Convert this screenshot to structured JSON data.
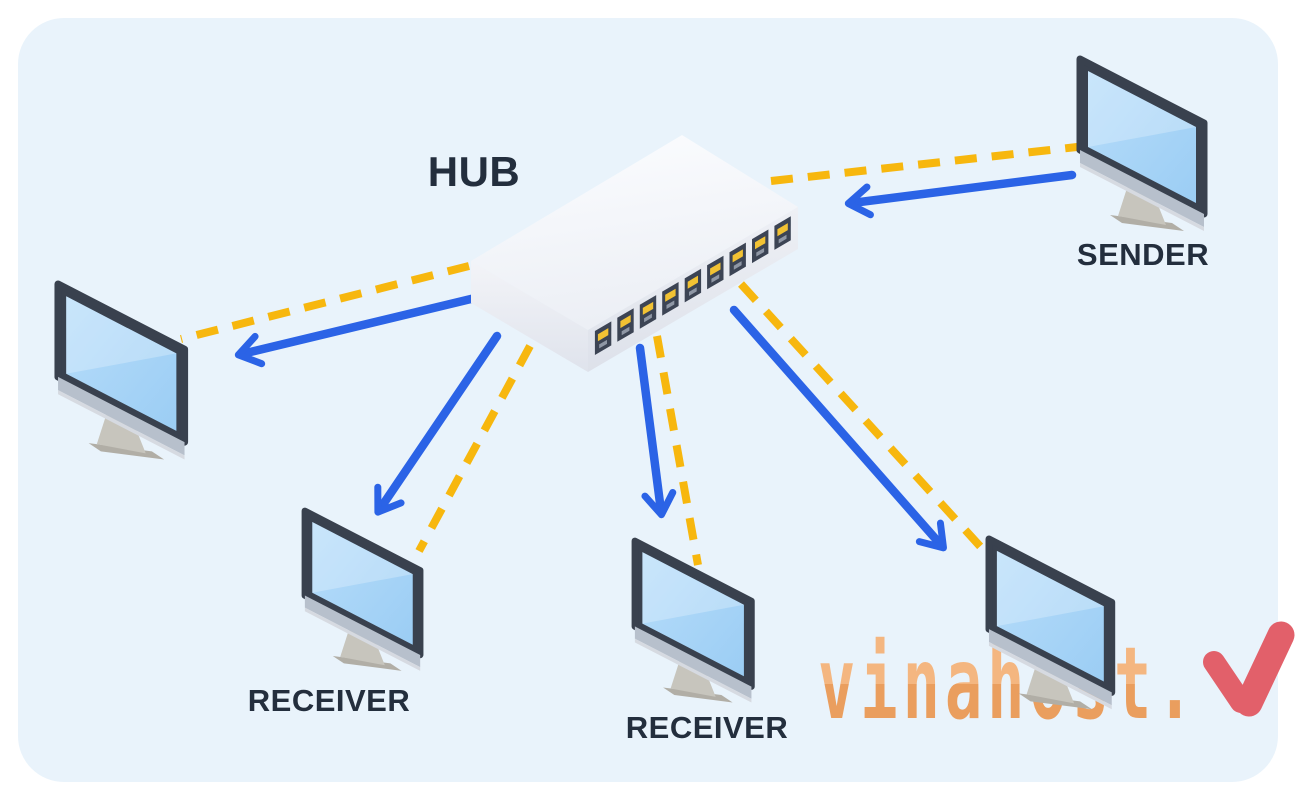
{
  "diagram": {
    "hub": {
      "label": "HUB",
      "type": "network-hub-switch",
      "ports": 9
    },
    "nodes": [
      {
        "id": "computer-left",
        "label": ""
      },
      {
        "id": "sender",
        "label": "SENDER"
      },
      {
        "id": "receiver-bottom-left",
        "label": "RECEIVER"
      },
      {
        "id": "receiver-bottom-middle",
        "label": "RECEIVER"
      },
      {
        "id": "receiver-bottom-right",
        "label": ""
      }
    ],
    "connections": [
      {
        "from": "sender",
        "to": "hub",
        "styles": [
          "cable-dashed-yellow",
          "data-flow-blue-arrow"
        ]
      },
      {
        "from": "hub",
        "to": "computer-left",
        "styles": [
          "cable-dashed-yellow",
          "data-flow-blue-arrow"
        ]
      },
      {
        "from": "hub",
        "to": "receiver-bottom-left",
        "styles": [
          "cable-dashed-yellow",
          "data-flow-blue-arrow"
        ]
      },
      {
        "from": "hub",
        "to": "receiver-bottom-middle",
        "styles": [
          "cable-dashed-yellow",
          "data-flow-blue-arrow"
        ]
      },
      {
        "from": "hub",
        "to": "receiver-bottom-right",
        "styles": [
          "cable-dashed-yellow",
          "data-flow-blue-arrow"
        ]
      }
    ]
  },
  "watermark": {
    "text": "vinahost."
  },
  "colors": {
    "panel_background": "#e9f3fb",
    "cable_yellow": "#f7b70e",
    "flow_blue": "#2b63e6",
    "label_text": "#232e3d",
    "monitor_frame": "#39414e",
    "monitor_screen": "#a6d4f7",
    "watermark_orange_top": "#f5b47c",
    "watermark_orange_bottom": "#eb9b58",
    "watermark_red": "#e2606a"
  }
}
